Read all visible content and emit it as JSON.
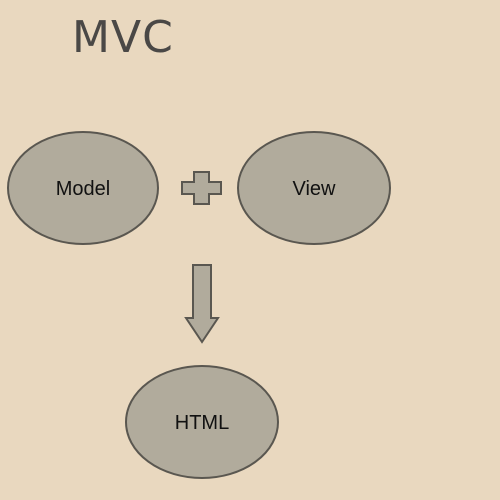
{
  "title": "MVC",
  "nodes": {
    "model": "Model",
    "view": "View",
    "html": "HTML"
  },
  "colors": {
    "background": "#e9d8bf",
    "node_fill": "#b1ab9c",
    "stroke": "#5a5750",
    "title": "#4a4846"
  },
  "icons": {
    "plus": "plus-icon",
    "arrow": "down-arrow-icon"
  }
}
